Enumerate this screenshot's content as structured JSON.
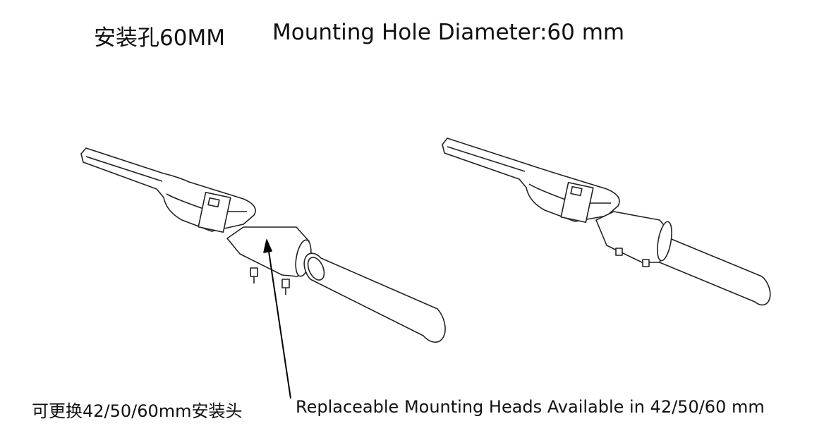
{
  "header": {
    "title_cn": "安装孔60MM",
    "title_en": "Mounting Hole Diameter:60 mm"
  },
  "caption": {
    "cn": "可更换42/50/60mm安装头",
    "en": "Replaceable Mounting Heads Available in 42/50/60 mm"
  }
}
